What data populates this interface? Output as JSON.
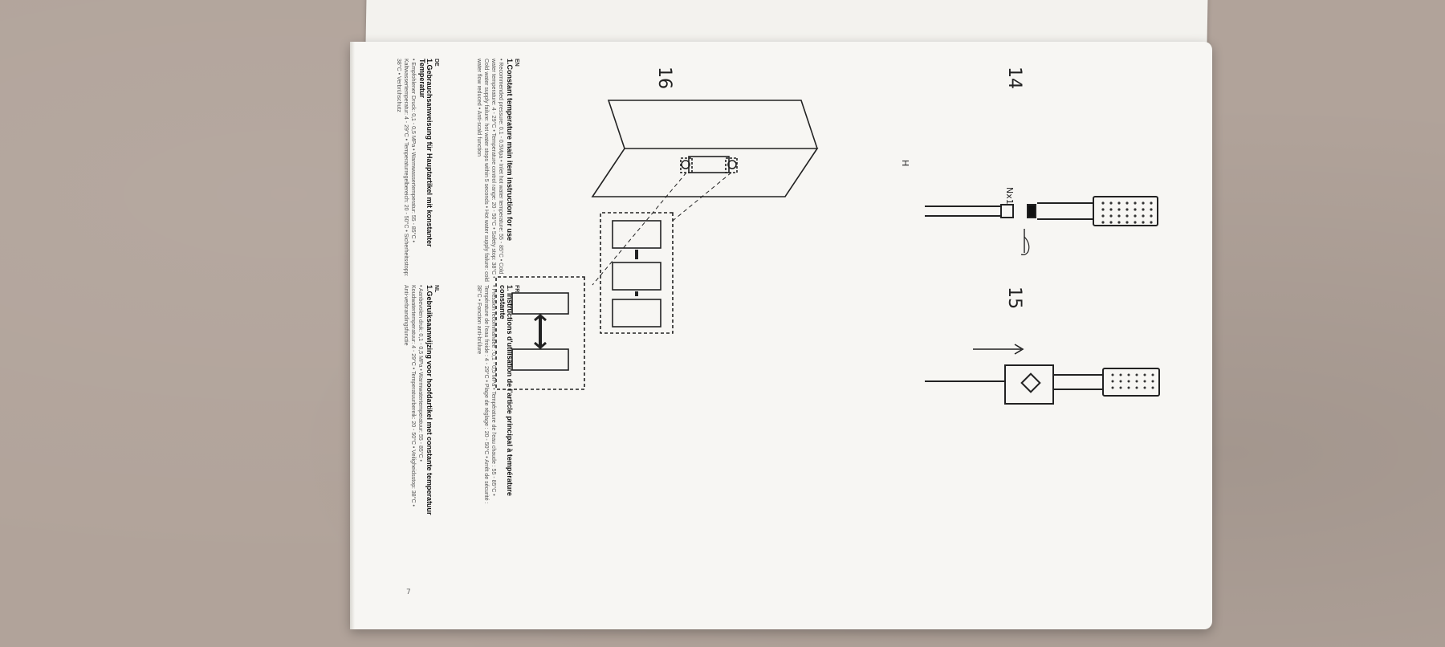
{
  "page_numbers": {
    "p14": "14",
    "p15": "15",
    "p16": "16"
  },
  "figure14": {
    "label_h": "H",
    "label_n": "Nx1"
  },
  "instructions": {
    "en": {
      "lang": "EN",
      "heading": "1.Constant temperature main item instruction for use",
      "body": "• Recommended pressure: 0.1 - 0.5Mpa • Inlet hot water temperature: 55 - 85°C • Cold water temperature: 4 - 29°C • Temperature control range: 20 - 50°C • Safety stop: 38°C • Cold water supply failure: hot water stops within 5 seconds • Hot water supply failure: cold water flow reduced • Anti-scald function"
    },
    "fr": {
      "lang": "FR",
      "heading": "1. Instructions d'utilisation de l'article principal à température constante",
      "body": "• Pression recommandée : 0,1 - 0,5 MPa • Température de l'eau chaude : 55 - 85°C • Température de l'eau froide : 4 - 29°C • Plage de réglage : 20 - 50°C • Arrêt de sécurité : 38°C • Fonction anti-brûlure"
    },
    "de": {
      "lang": "DE",
      "heading": "1.Gebrauchsanweisung für Hauptartikel mit konstanter Temperatur",
      "body": "• Empfohlener Druck: 0,1 - 0,5 MPa • Warmwassertemperatur: 55 - 85°C • Kaltwassertemperatur: 4 - 29°C • Temperaturregelbereich: 20 - 50°C • Sicherheitsstopp: 38°C • Verbrühschutz"
    },
    "nl": {
      "lang": "NL",
      "heading": "1.Gebruiksaanwijzing voor hoofdartikel met constante temperatuur",
      "body": "• Aanbevolen druk: 0,1 - 0,5 MPa • Warmwatertemperatuur: 55 - 85°C • Koudwatertemperatuur: 4 - 29°C • Temperatuurbereik: 20 - 50°C • Veiligheidsstop: 38°C • Anti-verbrandingsfunctie"
    }
  },
  "page_footer_mark": "7",
  "colors": {
    "surface": "#b1a39a",
    "paper": "#f7f6f3",
    "ink": "#222222"
  }
}
